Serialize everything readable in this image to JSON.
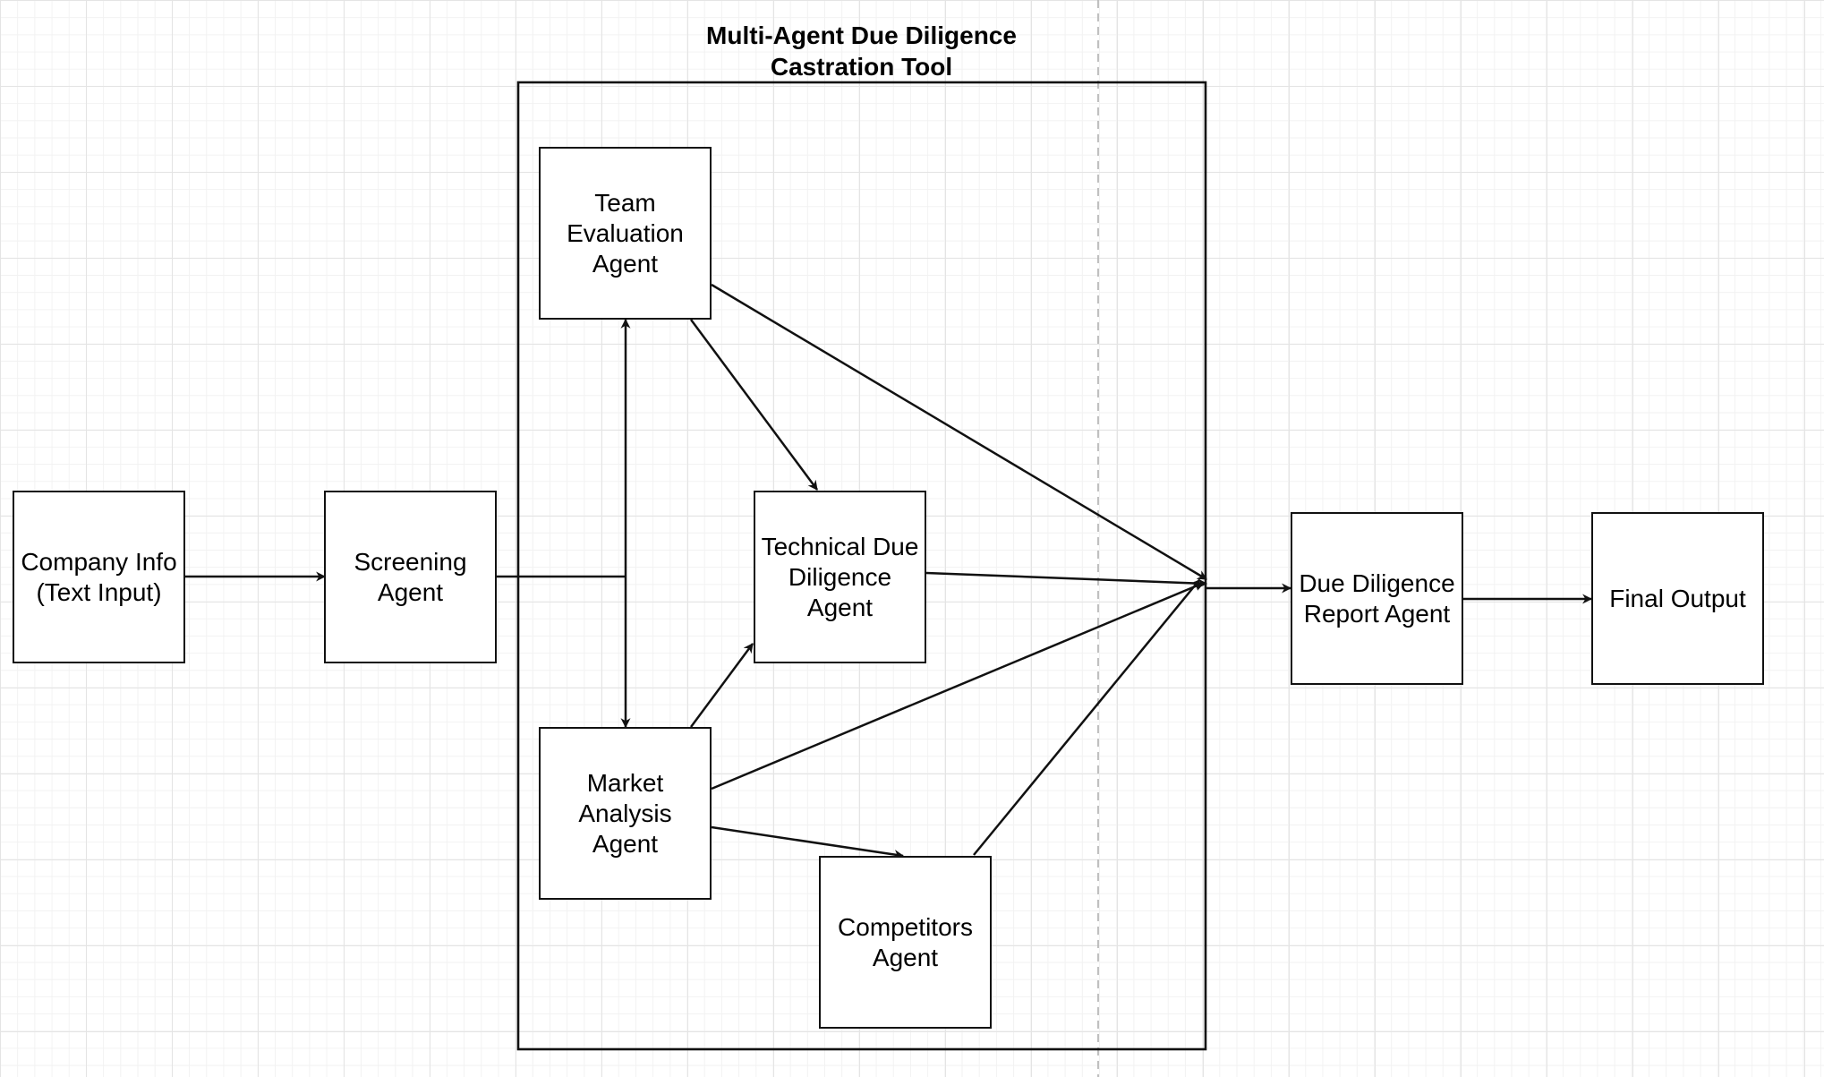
{
  "title": {
    "line1": "Multi-Agent Due Diligence",
    "line2": "Castration Tool"
  },
  "nodes": {
    "company_info": [
      "Company Info",
      "(Text Input)"
    ],
    "screening": [
      "Screening",
      "Agent"
    ],
    "team_eval": [
      "Team",
      "Evaluation",
      "Agent"
    ],
    "technical": [
      "Technical Due",
      "Diligence",
      "Agent"
    ],
    "market": [
      "Market",
      "Analysis",
      "Agent"
    ],
    "competitors": [
      "Competitors",
      "Agent"
    ],
    "report": [
      "Due Diligence",
      "Report Agent"
    ],
    "final": [
      "Final Output"
    ]
  },
  "edges": [
    {
      "from": "company_info",
      "to": "screening"
    },
    {
      "from": "screening",
      "to": "team_eval"
    },
    {
      "from": "screening",
      "to": "market"
    },
    {
      "from": "team_eval",
      "to": "technical"
    },
    {
      "from": "team_eval",
      "to": "tool-output"
    },
    {
      "from": "technical",
      "to": "tool-output"
    },
    {
      "from": "market",
      "to": "technical"
    },
    {
      "from": "market",
      "to": "tool-output"
    },
    {
      "from": "market",
      "to": "competitors"
    },
    {
      "from": "competitors",
      "to": "tool-output"
    },
    {
      "from": "tool-output",
      "to": "report"
    },
    {
      "from": "report",
      "to": "final"
    }
  ]
}
